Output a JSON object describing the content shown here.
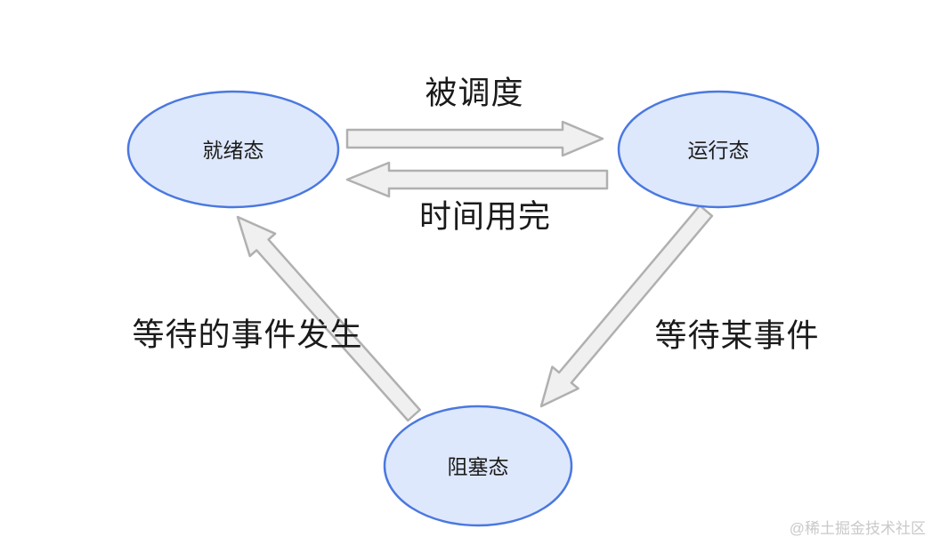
{
  "diagram": {
    "type": "state-transition-diagram",
    "subject": "process scheduling states",
    "nodes": [
      {
        "id": "ready",
        "label": "就绪态"
      },
      {
        "id": "running",
        "label": "运行态"
      },
      {
        "id": "blocked",
        "label": "阻塞态"
      }
    ],
    "edges": [
      {
        "from": "ready",
        "to": "running",
        "label": "被调度",
        "direction": "right"
      },
      {
        "from": "running",
        "to": "ready",
        "label": "时间用完",
        "direction": "left"
      },
      {
        "from": "blocked",
        "to": "ready",
        "label": "等待的事件发生",
        "direction": "up-left"
      },
      {
        "from": "running",
        "to": "blocked",
        "label": "等待某事件",
        "direction": "down-left"
      }
    ],
    "watermark": "@稀土掘金技术社区",
    "colors": {
      "node_fill": "#dee8fc",
      "node_border": "#4a78e0",
      "node_text": "#1c1c1c",
      "arrow_fill": "#f0f0f0",
      "arrow_border": "#b0b0b0",
      "label_text": "#1a1a1a",
      "watermark": "#c9c9c9",
      "background": "#ffffff"
    }
  }
}
